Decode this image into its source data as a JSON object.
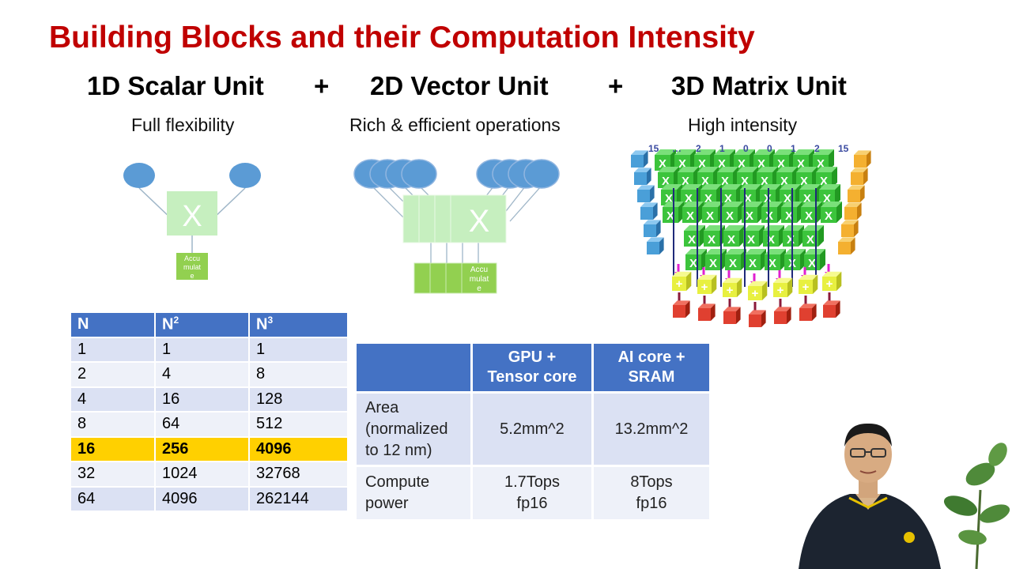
{
  "slide": {
    "title": "Building Blocks and their Computation Intensity",
    "units": [
      {
        "heading": "1D Scalar Unit",
        "caption": "Full flexibility"
      },
      {
        "heading": "2D Vector Unit",
        "caption": "Rich & efficient operations"
      },
      {
        "heading": "3D Matrix Unit",
        "caption": "High intensity"
      }
    ],
    "plus": "+",
    "diagram_labels": {
      "multiply": "X",
      "add": "+",
      "accumulate_lines": [
        "Accu",
        "mulat",
        "e"
      ],
      "matrix_index_labels": [
        "15",
        "…",
        "2",
        "1",
        "0",
        "0",
        "1",
        "2",
        "15"
      ]
    }
  },
  "n_table": {
    "headers": [
      "N",
      "N",
      "N"
    ],
    "header_sups": [
      "",
      "2",
      "3"
    ],
    "rows": [
      [
        "1",
        "1",
        "1"
      ],
      [
        "2",
        "4",
        "8"
      ],
      [
        "4",
        "16",
        "128"
      ],
      [
        "8",
        "64",
        "512"
      ],
      [
        "16",
        "256",
        "4096"
      ],
      [
        "32",
        "1024",
        "32768"
      ],
      [
        "64",
        "4096",
        "262144"
      ]
    ],
    "highlight_row": 4
  },
  "compare_table": {
    "headers": [
      "",
      "GPU + Tensor core",
      "AI core + SRAM"
    ],
    "header_lines": [
      [
        ""
      ],
      [
        "GPU +",
        "Tensor core"
      ],
      [
        "AI core +",
        "SRAM"
      ]
    ],
    "rows": [
      {
        "label": [
          "Area",
          "(normalized",
          "to 12 nm)"
        ],
        "values": [
          [
            "5.2mm^2"
          ],
          [
            "13.2mm^2"
          ]
        ]
      },
      {
        "label": [
          "Compute",
          "power"
        ],
        "values": [
          [
            "1.7Tops",
            "fp16"
          ],
          [
            "8Tops",
            "fp16"
          ]
        ]
      }
    ]
  },
  "colors": {
    "title": "#c00000",
    "table_header": "#4472c4",
    "row_odd": "#dbe1f3",
    "row_even": "#eef1f9",
    "highlight": "#ffd000",
    "node_blue": "#5b9bd5",
    "mult_green": "#c6efbf",
    "accum_green": "#92d050",
    "cube_green": "#3cc43c",
    "adder_yellow": "#e8f040",
    "output_red": "#e04030",
    "arrow_magenta": "#e020d0"
  }
}
